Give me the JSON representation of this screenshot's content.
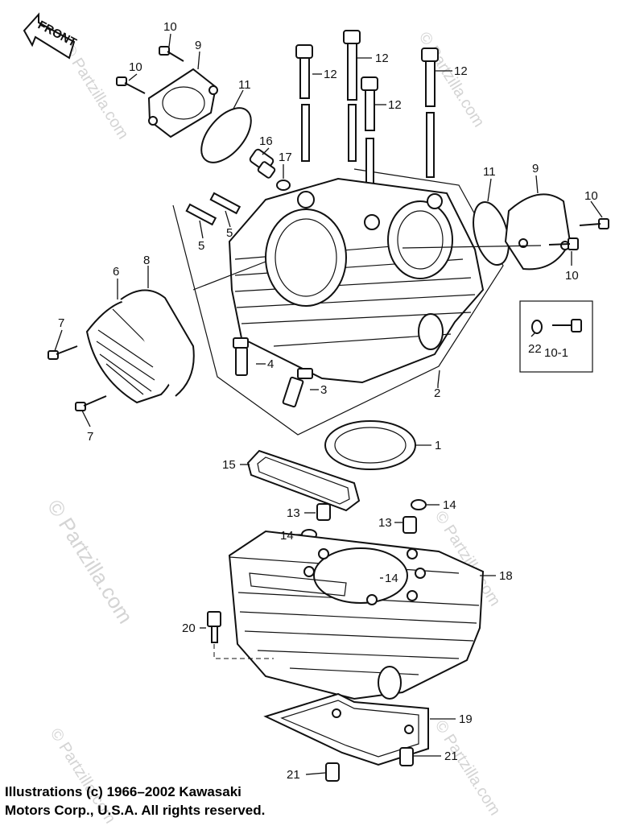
{
  "diagram": {
    "front_arrow": "FRONT",
    "watermark": "© Partzilla.com",
    "watermark_faint": "© Partzilla.com",
    "callouts": [
      {
        "id": "c10a",
        "text": "10"
      },
      {
        "id": "c9a",
        "text": "9"
      },
      {
        "id": "c10b",
        "text": "10"
      },
      {
        "id": "c11a",
        "text": "11"
      },
      {
        "id": "c12a",
        "text": "12"
      },
      {
        "id": "c12b",
        "text": "12"
      },
      {
        "id": "c12c",
        "text": "12"
      },
      {
        "id": "c12d",
        "text": "12"
      },
      {
        "id": "c16",
        "text": "16"
      },
      {
        "id": "c17",
        "text": "17"
      },
      {
        "id": "c5a",
        "text": "5"
      },
      {
        "id": "c5b",
        "text": "5"
      },
      {
        "id": "c11b",
        "text": "11"
      },
      {
        "id": "c9b",
        "text": "9"
      },
      {
        "id": "c10c",
        "text": "10"
      },
      {
        "id": "c10d",
        "text": "10"
      },
      {
        "id": "c6",
        "text": "6"
      },
      {
        "id": "c8",
        "text": "8"
      },
      {
        "id": "c7a",
        "text": "7"
      },
      {
        "id": "c7b",
        "text": "7"
      },
      {
        "id": "c4",
        "text": "4"
      },
      {
        "id": "c3",
        "text": "3"
      },
      {
        "id": "c2",
        "text": "2"
      },
      {
        "id": "c22",
        "text": "22"
      },
      {
        "id": "c10-1",
        "text": "10-1"
      },
      {
        "id": "c1",
        "text": "1"
      },
      {
        "id": "c15",
        "text": "15"
      },
      {
        "id": "c13a",
        "text": "13"
      },
      {
        "id": "c14a",
        "text": "14"
      },
      {
        "id": "c13b",
        "text": "13"
      },
      {
        "id": "c14b",
        "text": "14"
      },
      {
        "id": "c14c",
        "text": "14"
      },
      {
        "id": "c18",
        "text": "18"
      },
      {
        "id": "c20",
        "text": "20"
      },
      {
        "id": "c19",
        "text": "19"
      },
      {
        "id": "c21a",
        "text": "21"
      },
      {
        "id": "c21b",
        "text": "21"
      }
    ]
  },
  "copyright": {
    "line1": "Illustrations (c) 1966–2002 Kawasaki",
    "line2": "Motors Corp., U.S.A.  All rights reserved."
  }
}
